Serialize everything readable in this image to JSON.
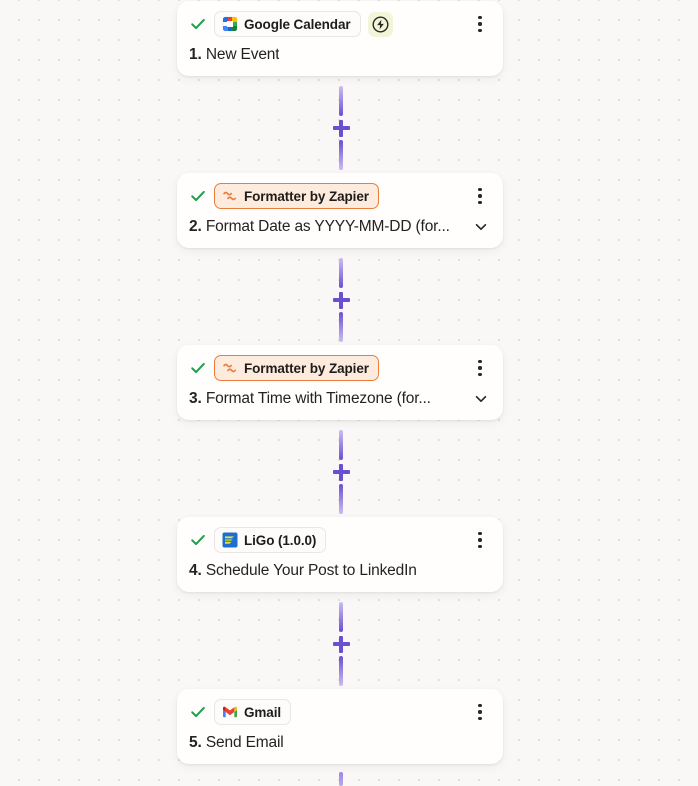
{
  "canvas": {
    "background_color": "#faf8f7",
    "dot_color": "#e2dedd",
    "connector_color": "#6b4fd1",
    "check_color": "#1e9e4a"
  },
  "add_step_label": "+",
  "nodes": [
    {
      "status_icon": "check-icon",
      "app_name": "Google Calendar",
      "app_icon": "google-calendar-icon",
      "badge_icon": "instant-trigger-bolt-icon",
      "has_badge": true,
      "chip_style": "default",
      "step_number": "1.",
      "step_title": "New Event",
      "has_chevron": false
    },
    {
      "status_icon": "check-icon",
      "app_name": "Formatter by Zapier",
      "app_icon": "formatter-icon",
      "has_badge": false,
      "chip_style": "formatter",
      "step_number": "2.",
      "step_title": "Format Date as YYYY-MM-DD (for...",
      "has_chevron": true
    },
    {
      "status_icon": "check-icon",
      "app_name": "Formatter by Zapier",
      "app_icon": "formatter-icon",
      "has_badge": false,
      "chip_style": "formatter",
      "step_number": "3.",
      "step_title": "Format Time with Timezone (for...",
      "has_chevron": true
    },
    {
      "status_icon": "check-icon",
      "app_name": "LiGo (1.0.0)",
      "app_icon": "ligo-icon",
      "has_badge": false,
      "chip_style": "default",
      "step_number": "4.",
      "step_title": "Schedule Your Post to LinkedIn",
      "has_chevron": false
    },
    {
      "status_icon": "check-icon",
      "app_name": "Gmail",
      "app_icon": "gmail-icon",
      "has_badge": false,
      "chip_style": "default",
      "step_number": "5.",
      "step_title": "Send Email",
      "has_chevron": false
    }
  ]
}
